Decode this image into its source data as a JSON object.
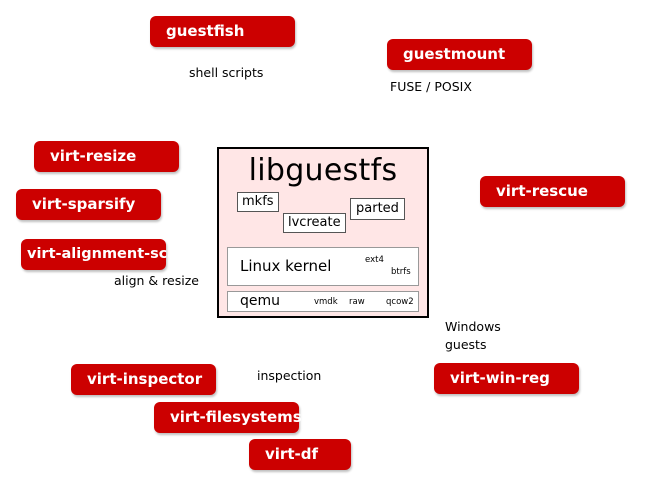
{
  "colors": {
    "tool_bg": "#cc0000",
    "tool_text": "#ffffff",
    "core_bg": "#ffe6e6"
  },
  "core": {
    "title": "libguestfs",
    "tools": [
      "mkfs",
      "lvcreate",
      "parted"
    ],
    "kernel": {
      "label": "Linux kernel",
      "fs": [
        "ext4",
        "btrfs"
      ]
    },
    "qemu": {
      "label": "qemu",
      "formats": [
        "vmdk",
        "raw",
        "qcow2"
      ]
    }
  },
  "tools": {
    "guestfish": "guestfish",
    "guestmount": "guestmount",
    "virt_resize": "virt-resize",
    "virt_sparsify": "virt-sparsify",
    "virt_alignment_scan": "virt-alignment-scan",
    "virt_rescue": "virt-rescue",
    "virt_inspector": "virt-inspector",
    "virt_filesystems": "virt-filesystems",
    "virt_df": "virt-df",
    "virt_win_reg": "virt-win-reg"
  },
  "notes": {
    "shell_scripts": "shell scripts",
    "fuse_posix": "FUSE / POSIX",
    "align_resize": "align & resize",
    "windows_line1": "Windows",
    "windows_line2": "guests",
    "inspection": "inspection"
  }
}
